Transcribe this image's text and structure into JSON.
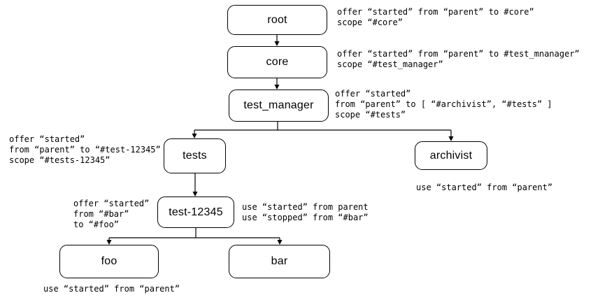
{
  "diagram": {
    "nodes": {
      "root": "root",
      "core": "core",
      "test_manager": "test_manager",
      "tests": "tests",
      "archivist": "archivist",
      "test-12345": "test-12345",
      "foo": "foo",
      "bar": "bar"
    },
    "edges": [
      {
        "from": "root",
        "to": "core"
      },
      {
        "from": "core",
        "to": "test_manager"
      },
      {
        "from": "test_manager",
        "to": "tests"
      },
      {
        "from": "test_manager",
        "to": "archivist"
      },
      {
        "from": "tests",
        "to": "test-12345"
      },
      {
        "from": "test-12345",
        "to": "foo"
      },
      {
        "from": "test-12345",
        "to": "bar"
      }
    ],
    "annotations": {
      "root": "offer “started” from “parent” to #core”\nscope “#core”",
      "core": "offer “started” from “parent” to #test_mnanager”\nscope “#test_manager”",
      "test_manager": "offer “started”\nfrom “parent” to [ “#archivist”, “#tests” ]\nscope “#tests”",
      "tests": "offer “started”\nfrom “parent” to “#test-12345”\nscope “#tests-12345”",
      "archivist": "use “started” from “parent”",
      "test-12345-offer": "offer “started”\nfrom “#bar”\nto “#foo”",
      "test-12345-use": "use “started” from parent\nuse “stopped” from “#bar”",
      "foo": "use “started” from “parent”"
    },
    "colors": {
      "background": "#ffffff",
      "node_fill": "#ffffff",
      "node_border": "#000000",
      "text": "#000000"
    }
  }
}
